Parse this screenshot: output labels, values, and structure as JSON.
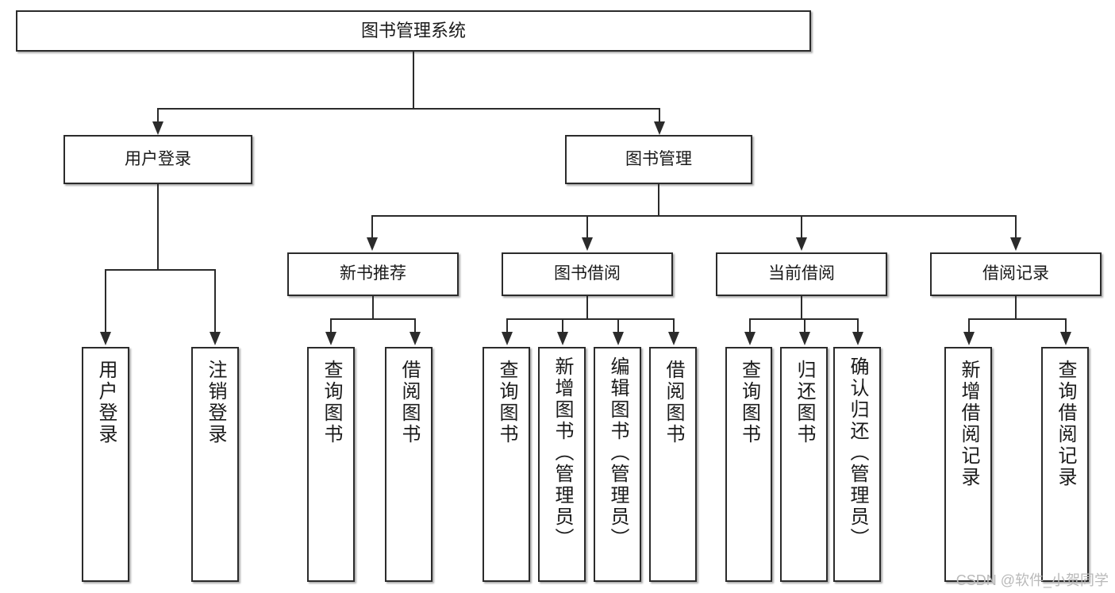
{
  "diagram": {
    "type": "tree",
    "title": "图书管理系统",
    "watermark": "CSDN @软件_小贺同学",
    "colors": {
      "box_border": "#2b2b2b",
      "box_fill": "#ffffff",
      "line": "#2b2b2b",
      "text": "#1a1a1a",
      "watermark": "#b9b9b9",
      "background": "#ffffff"
    },
    "nodes": {
      "root": {
        "label": "图书管理系统"
      },
      "level2": [
        {
          "label": "用户登录"
        },
        {
          "label": "图书管理"
        }
      ],
      "level3": [
        {
          "label": "新书推荐"
        },
        {
          "label": "图书借阅"
        },
        {
          "label": "当前借阅"
        },
        {
          "label": "借阅记录"
        }
      ],
      "leaves": {
        "user_login": [
          {
            "label": "用户登录"
          },
          {
            "label": "注销登录"
          }
        ],
        "new_book_recommend": [
          {
            "label": "查询图书"
          },
          {
            "label": "借阅图书"
          }
        ],
        "book_borrow": [
          {
            "label": "查询图书"
          },
          {
            "label": "新增图书（管理员）"
          },
          {
            "label": "编辑图书（管理员）"
          },
          {
            "label": "借阅图书"
          }
        ],
        "current_borrow": [
          {
            "label": "查询图书"
          },
          {
            "label": "归还图书"
          },
          {
            "label": "确认归还（管理员）"
          }
        ],
        "borrow_record": [
          {
            "label": "新增借阅记录"
          },
          {
            "label": "查询借阅记录"
          }
        ]
      }
    }
  }
}
